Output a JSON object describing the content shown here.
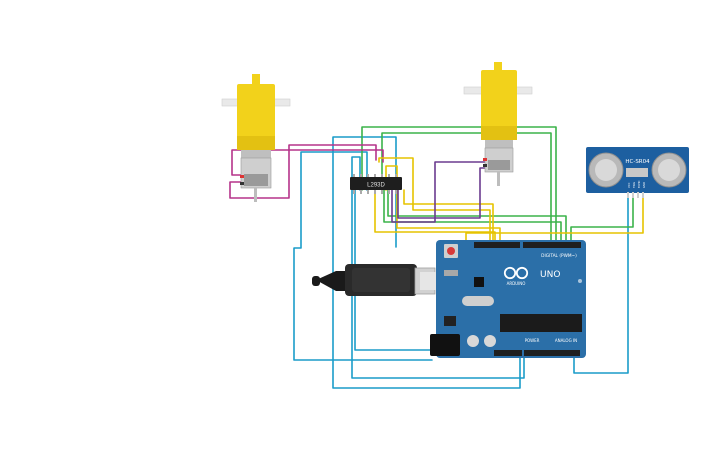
{
  "colors": {
    "background": "#ffffff",
    "wire_blue": "#1a9cc9",
    "wire_green": "#3bb34a",
    "wire_magenta": "#b5338a",
    "wire_yellow": "#e6c300",
    "wire_purple": "#6b3b8f",
    "motor_yellow": "#f2d21b",
    "arduino_blue": "#2b6fa8",
    "sensor_blue": "#1d5fa0"
  },
  "arduino": {
    "brand_label": "UNO",
    "sub_label": "ARDUINO",
    "digital_label": "DIGITAL (PWM~)",
    "power_label": "POWER",
    "analog_label": "ANALOG IN"
  },
  "driver_chip": {
    "label": "L293D"
  },
  "ultrasonic_sensor": {
    "label": "HC-SR04",
    "pins": [
      "VCC",
      "TRIG",
      "ECHO",
      "GND"
    ]
  },
  "icons": {
    "motor_left": "dc-gear-motor-icon",
    "motor_right": "dc-gear-motor-icon",
    "usb_cable": "usb-cable-icon",
    "infinity_logo": "arduino-infinity-icon"
  }
}
